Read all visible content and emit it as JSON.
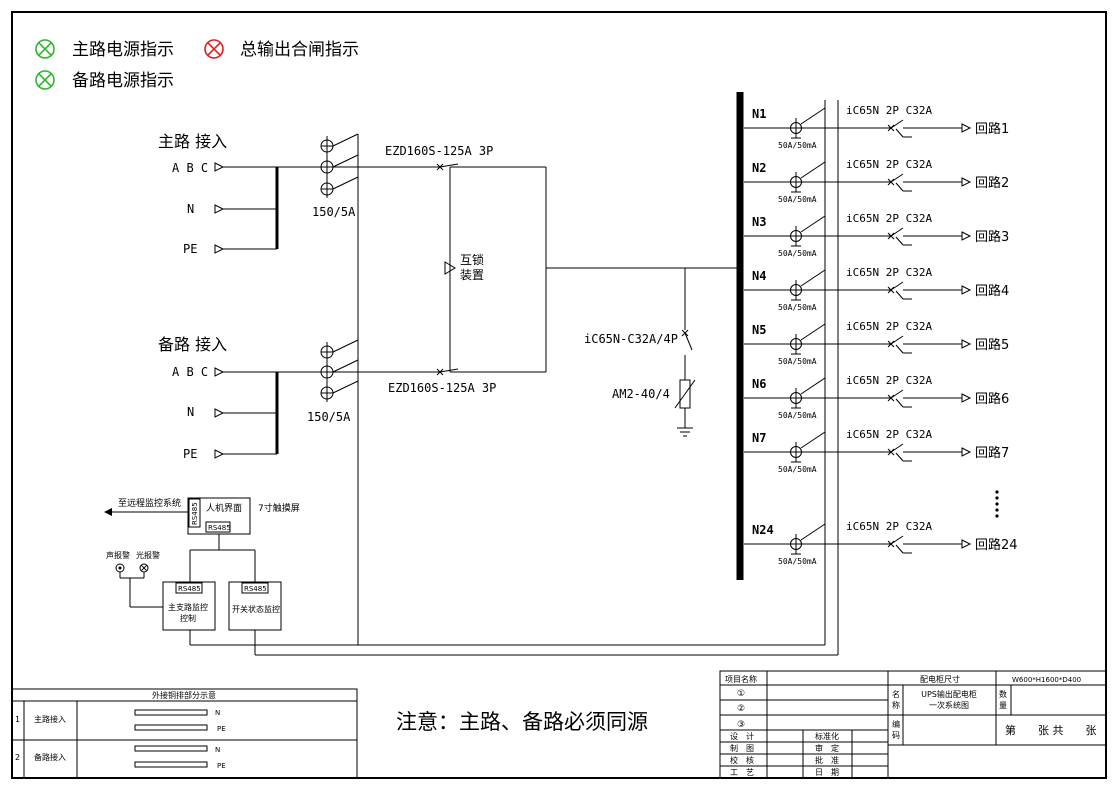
{
  "legend": {
    "items": [
      {
        "label": "主路电源指示",
        "color": "#2db52d",
        "icon": "lamp-green-icon"
      },
      {
        "label": "总输出合闸指示",
        "color": "#e02020",
        "icon": "lamp-red-icon"
      },
      {
        "label": "备路电源指示",
        "color": "#2db52d",
        "icon": "lamp-green-icon"
      }
    ]
  },
  "main_input": {
    "title": "主路 接入",
    "phases": "A B C",
    "neutral": "N",
    "earth": "PE",
    "ct": "150/5A",
    "breaker": "EZD160S-125A 3P"
  },
  "backup_input": {
    "title": "备路 接入",
    "phases": "A B C",
    "neutral": "N",
    "earth": "PE",
    "ct": "150/5A",
    "breaker": "EZD160S-125A 3P"
  },
  "interlock": {
    "line1": "互锁",
    "line2": "装置"
  },
  "spd": {
    "breaker": "iC65N-C32A/4P",
    "arrester": "AM2-40/4"
  },
  "outputs": [
    {
      "node": "N1",
      "rating": "50A/50mA",
      "breaker": "iC65N 2P C32A",
      "circuit": "回路1"
    },
    {
      "node": "N2",
      "rating": "50A/50mA",
      "breaker": "iC65N 2P C32A",
      "circuit": "回路2"
    },
    {
      "node": "N3",
      "rating": "50A/50mA",
      "breaker": "iC65N 2P C32A",
      "circuit": "回路3"
    },
    {
      "node": "N4",
      "rating": "50A/50mA",
      "breaker": "iC65N 2P C32A",
      "circuit": "回路4"
    },
    {
      "node": "N5",
      "rating": "50A/50mA",
      "breaker": "iC65N 2P C32A",
      "circuit": "回路5"
    },
    {
      "node": "N6",
      "rating": "50A/50mA",
      "breaker": "iC65N 2P C32A",
      "circuit": "回路6"
    },
    {
      "node": "N7",
      "rating": "50A/50mA",
      "breaker": "iC65N 2P C32A",
      "circuit": "回路7"
    },
    {
      "node": "N24",
      "rating": "50A/50mA",
      "breaker": "iC65N 2P C32A",
      "circuit": "回路24"
    }
  ],
  "monitoring": {
    "remote": "至远程监控系统",
    "hmi": "人机界面",
    "hmi_port_side": "RS485",
    "hmi_port": "RS485",
    "screen": "7寸触摸屏",
    "sound_alarm": "声报警",
    "light_alarm": "光报警",
    "main_ctrl_port": "RS485",
    "main_ctrl_line1": "主支路监控",
    "main_ctrl_line2": "控制",
    "switch_port": "RS485",
    "switch_label": "开关状态监控"
  },
  "copper_table": {
    "title": "外接铜排部分示意",
    "rows": [
      {
        "num": "1",
        "label": "主路接入",
        "bar1": "N",
        "bar2": "PE"
      },
      {
        "num": "2",
        "label": "备路接入",
        "bar1": "N",
        "bar2": "PE"
      }
    ]
  },
  "note": "注意：主路、备路必须同源",
  "title_block": {
    "project_name": "项目名称",
    "c1": "①",
    "c2": "②",
    "c3": "③",
    "design": "设　计",
    "standard": "标准化",
    "draw": "制　图",
    "review": "审　定",
    "check": "校　核",
    "approve": "批　准",
    "process": "工　艺",
    "date": "日　期",
    "size_label": "配电柜尺寸",
    "size_value": "W600*H1600*D400",
    "name_label_1": "名",
    "name_label_2": "称",
    "name_value_1": "UPS输出配电柜",
    "name_value_2": "一次系统图",
    "qty_1": "数",
    "qty_2": "量",
    "code_1": "编",
    "code_2": "码",
    "sheet": "第　　张 共　　张"
  }
}
